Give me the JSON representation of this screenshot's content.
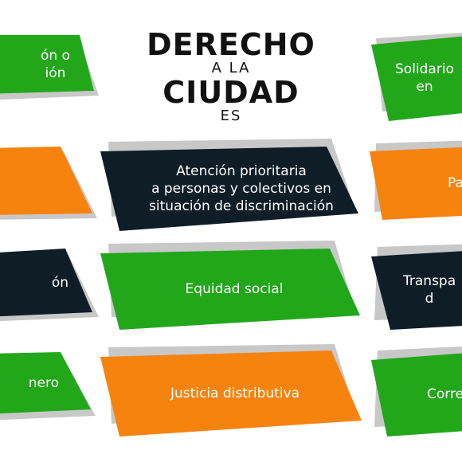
{
  "colors": {
    "green": "#22a71b",
    "orange": "#f7830f",
    "navy": "#0f1d27",
    "shadow": "#c8c8c8"
  },
  "heading": {
    "line1": "DERECHO",
    "line2": "A LA",
    "line3": "CIUDAD",
    "line4": "ES"
  },
  "tiles": {
    "top_left": {
      "text": "ón o\nión",
      "color": "green"
    },
    "top_right": {
      "text": "Solidario\nen",
      "color": "green"
    },
    "row2_left": {
      "text": "",
      "color": "orange"
    },
    "row2_center": {
      "text": "Atención prioritaria\na personas y colectivos en\nsituación de discriminación",
      "color": "navy"
    },
    "row2_right": {
      "text": "Pa",
      "color": "orange"
    },
    "row3_left": {
      "text": "ón",
      "color": "navy"
    },
    "row3_center": {
      "text": "Equidad social",
      "color": "green"
    },
    "row3_right": {
      "text": "Transpa\nd",
      "color": "navy"
    },
    "row4_left": {
      "text": "nero",
      "color": "green"
    },
    "row4_center": {
      "text": "Justicia distributiva",
      "color": "orange"
    },
    "row4_right": {
      "text": "Corre",
      "color": "green"
    }
  }
}
